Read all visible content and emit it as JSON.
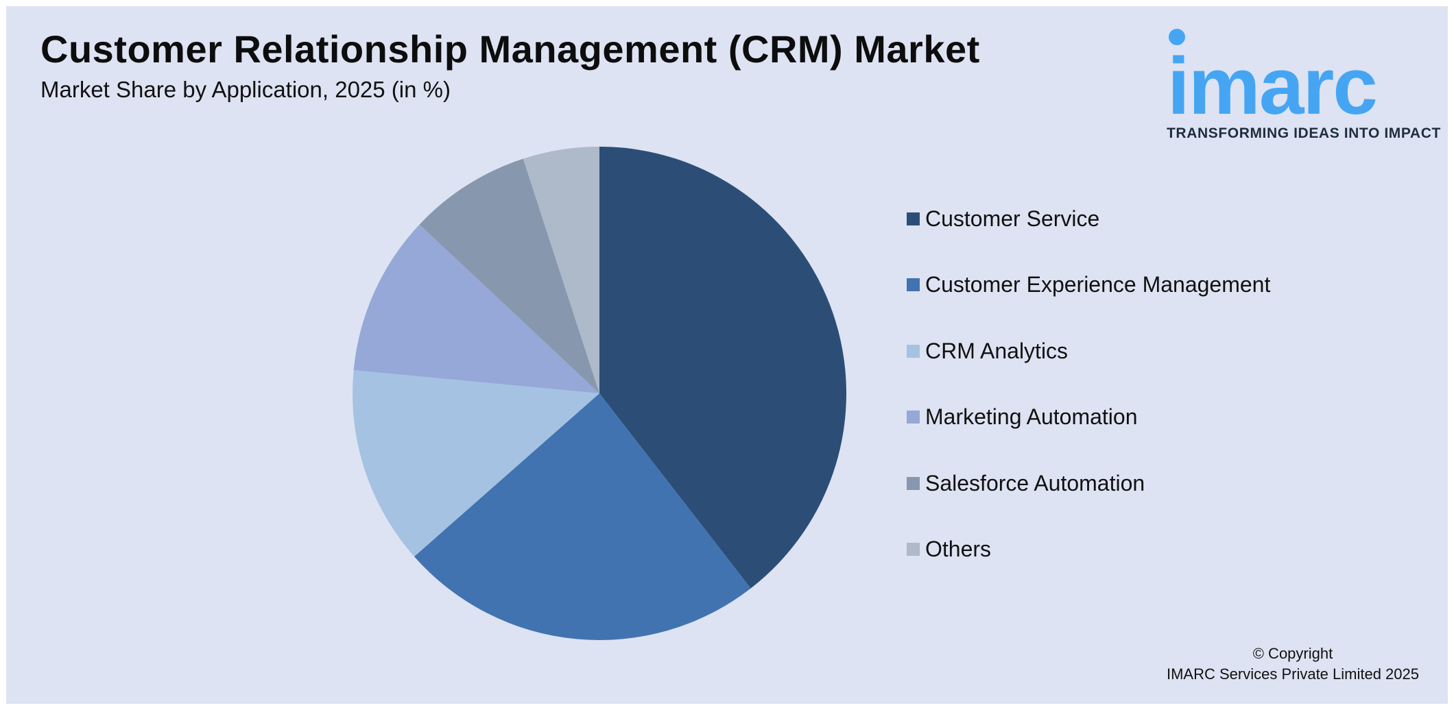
{
  "header": {
    "title": "Customer Relationship Management (CRM) Market",
    "subtitle": "Market Share by Application, 2025 (in %)"
  },
  "logo": {
    "word": "imarc",
    "tagline": "TRANSFORMING IDEAS INTO IMPACT",
    "color": "#45a5f3"
  },
  "chart_data": {
    "type": "pie",
    "title": "Customer Relationship Management (CRM) Market",
    "subtitle": "Market Share by Application, 2025 (in %)",
    "legend_position": "right",
    "start_angle": "12 o'clock, clockwise",
    "slices": [
      {
        "label": "Customer Service",
        "value": 39.5,
        "color": "#2c4e76"
      },
      {
        "label": "Customer Experience Management",
        "value": 24.0,
        "color": "#4073b0"
      },
      {
        "label": "CRM Analytics",
        "value": 13.0,
        "color": "#a5c2e2"
      },
      {
        "label": "Marketing Automation",
        "value": 10.5,
        "color": "#95a8d8"
      },
      {
        "label": "Salesforce Automation",
        "value": 8.0,
        "color": "#8798ae"
      },
      {
        "label": "Others",
        "value": 5.0,
        "color": "#aeb9ca"
      }
    ]
  },
  "footer": {
    "copyright_line1": "© Copyright",
    "copyright_line2": "IMARC Services Private Limited 2025"
  }
}
